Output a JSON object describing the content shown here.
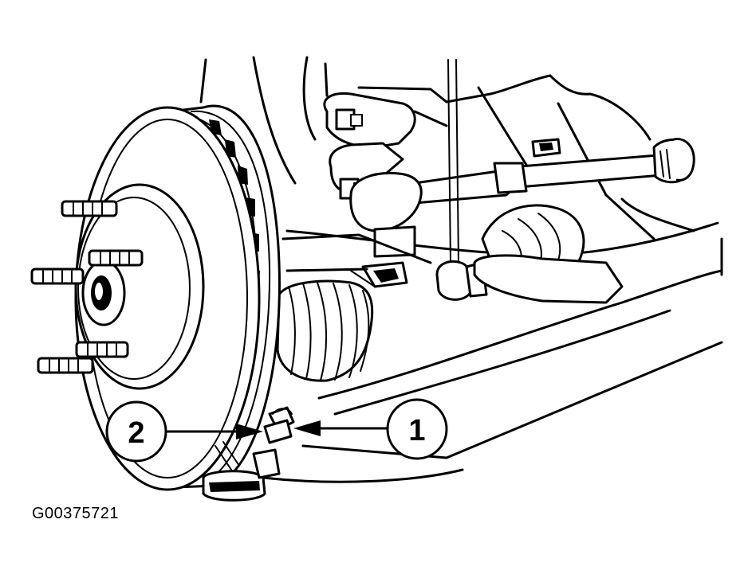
{
  "figure": {
    "id_label": "G00375721"
  },
  "callouts": [
    {
      "label": "2"
    },
    {
      "label": "1"
    }
  ],
  "colors": {
    "ink": "#000000",
    "paper": "#ffffff"
  }
}
